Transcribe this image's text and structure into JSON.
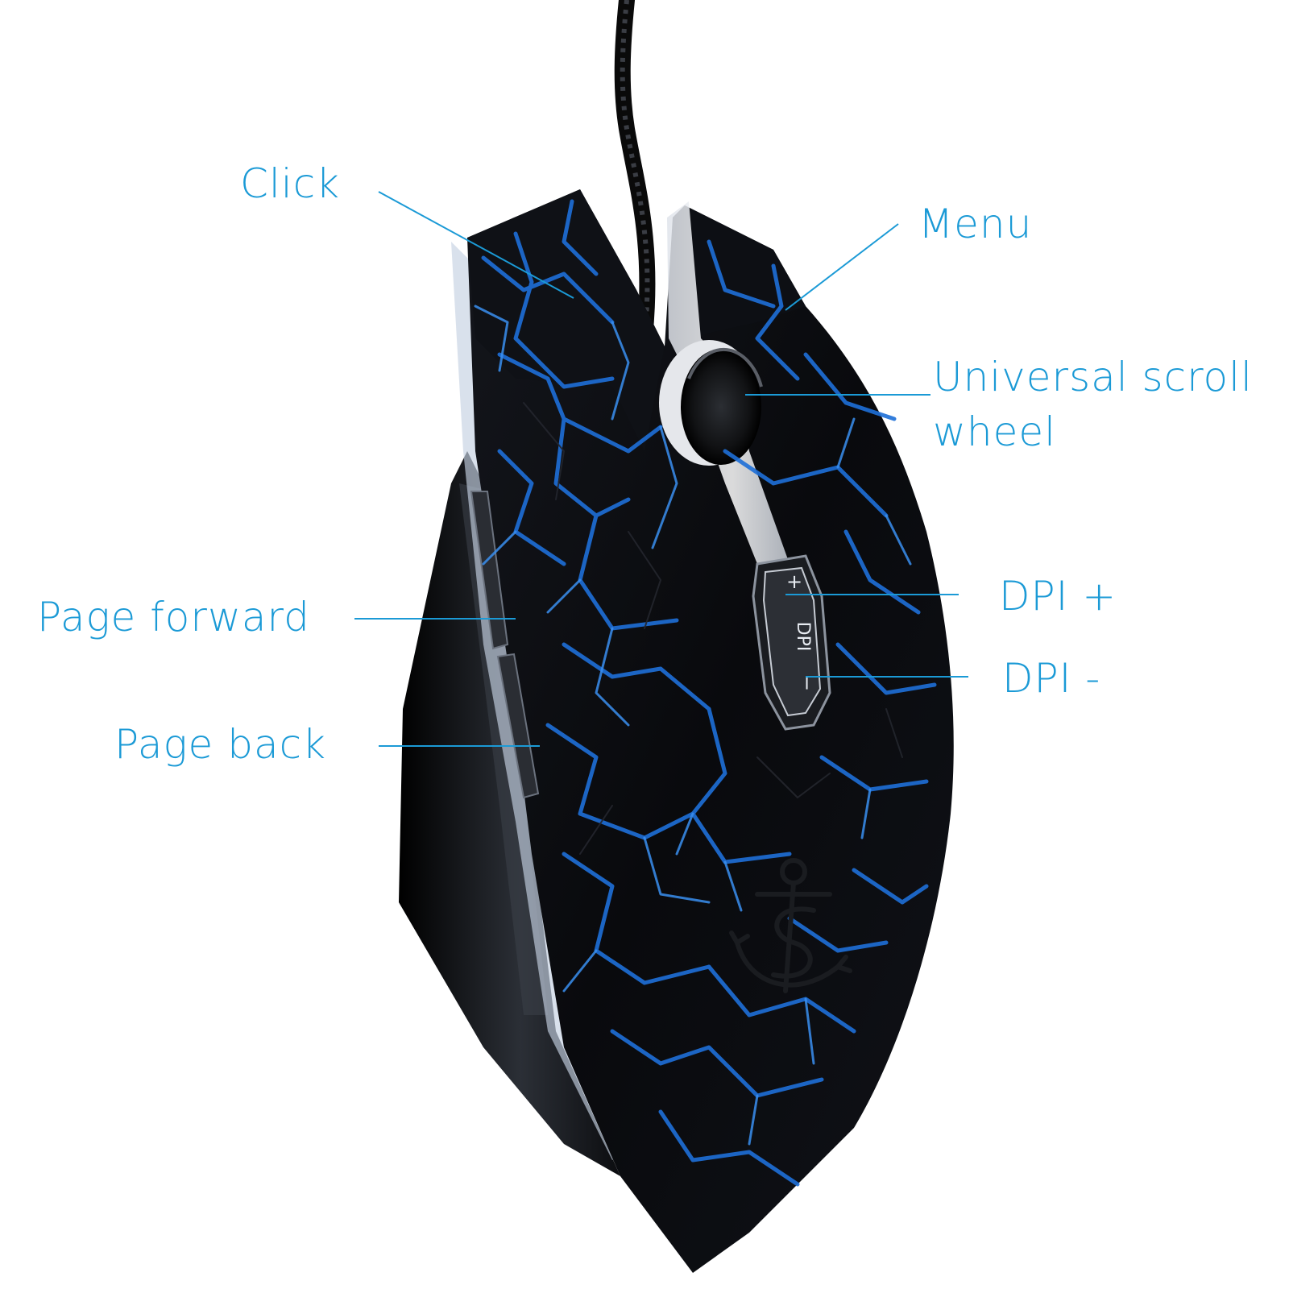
{
  "colors": {
    "label": "#1b9ad6",
    "leader_line": "#1b9ad6",
    "shell_dark": "#0b0c10",
    "crackle_glow": "#1e6fd8",
    "crackle_bright": "#3a8ff0",
    "side_translucent": "#b9c6d8",
    "wheel_ring": "#e4e6ea"
  },
  "callouts": {
    "click": "Click",
    "menu": "Menu",
    "scroll_wheel_line1": "Universal scroll",
    "scroll_wheel_line2": "wheel",
    "page_forward": "Page forward",
    "page_back": "Page back",
    "dpi_plus": "DPI +",
    "dpi_minus": "DPI -"
  },
  "dpi_switch": {
    "plus": "+",
    "text": "DPI",
    "minus": "−"
  },
  "icons": [
    "anchor-icon"
  ]
}
